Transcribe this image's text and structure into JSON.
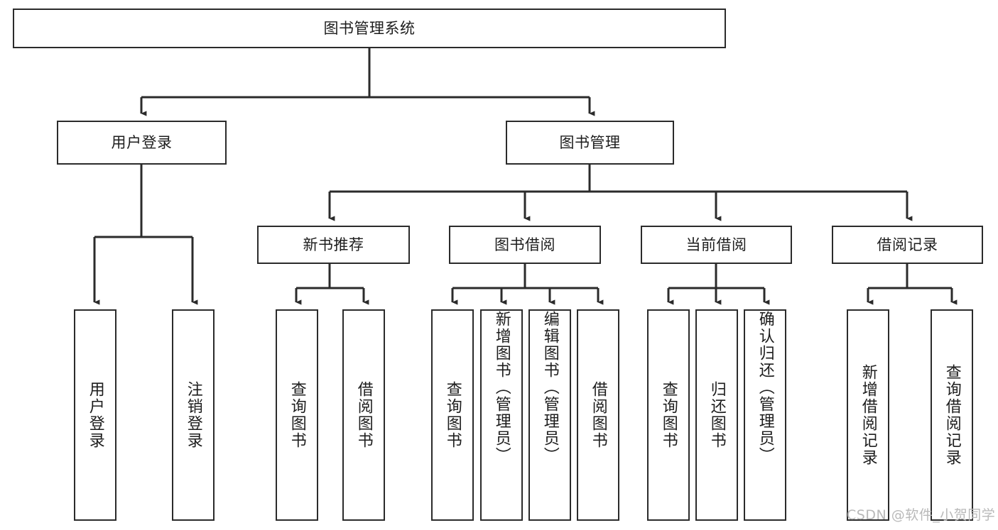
{
  "diagram": {
    "type": "tree-hierarchy",
    "title": "图书管理系统",
    "watermark": "CSDN @软件_小贺同学",
    "colors": {
      "box_border": "#2b2b2b",
      "box_fill": "#ffffff",
      "connector": "#2b2b2b",
      "text": "#1d1d1d",
      "watermark": "#b9b9b9",
      "background": "#ffffff"
    },
    "root": {
      "id": "root",
      "label": "图书管理系统"
    },
    "level2": [
      {
        "id": "user-login",
        "label": "用户登录"
      },
      {
        "id": "book-management",
        "label": "图书管理"
      }
    ],
    "level3": [
      {
        "id": "new-book-recommend",
        "label": "新书推荐",
        "parent": "book-management"
      },
      {
        "id": "book-borrow",
        "label": "图书借阅",
        "parent": "book-management"
      },
      {
        "id": "current-borrow",
        "label": "当前借阅",
        "parent": "book-management"
      },
      {
        "id": "borrow-record",
        "label": "借阅记录",
        "parent": "book-management"
      }
    ],
    "leaves": [
      {
        "id": "leaf-user-login",
        "label": "用户登录",
        "parent": "user-login"
      },
      {
        "id": "leaf-user-logout",
        "label": "注销登录",
        "parent": "user-login"
      },
      {
        "id": "leaf-query-book-1",
        "label": "查询图书",
        "parent": "new-book-recommend"
      },
      {
        "id": "leaf-borrow-book-1",
        "label": "借阅图书",
        "parent": "new-book-recommend"
      },
      {
        "id": "leaf-query-book-2",
        "label": "查询图书",
        "parent": "book-borrow"
      },
      {
        "id": "leaf-add-book",
        "label": "新增图书（管理员）",
        "parent": "book-borrow"
      },
      {
        "id": "leaf-edit-book",
        "label": "编辑图书（管理员）",
        "parent": "book-borrow"
      },
      {
        "id": "leaf-borrow-book-2",
        "label": "借阅图书",
        "parent": "book-borrow"
      },
      {
        "id": "leaf-query-book-3",
        "label": "查询图书",
        "parent": "current-borrow"
      },
      {
        "id": "leaf-return-book",
        "label": "归还图书",
        "parent": "current-borrow"
      },
      {
        "id": "leaf-confirm-return",
        "label": "确认归还（管理员）",
        "parent": "current-borrow"
      },
      {
        "id": "leaf-add-record",
        "label": "新增借阅记录",
        "parent": "borrow-record"
      },
      {
        "id": "leaf-query-record",
        "label": "查询借阅记录",
        "parent": "borrow-record"
      }
    ]
  }
}
